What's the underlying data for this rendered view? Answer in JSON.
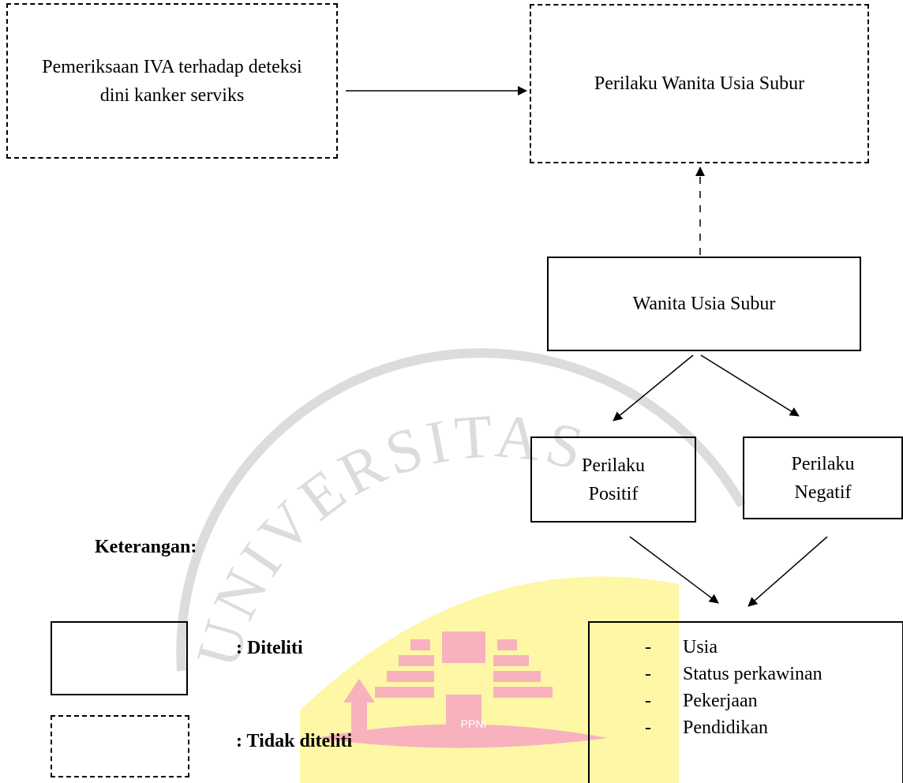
{
  "diagram": {
    "box_pemeriksaan": "Pemeriksaan IVA terhadap deteksi dini kanker serviks",
    "box_perilaku_wus": "Perilaku Wanita Usia Subur",
    "box_wus": "Wanita Usia Subur",
    "box_positif": "Perilaku Positif",
    "box_negatif": "Perilaku Negatif",
    "factors": [
      "Usia",
      "Status perkawinan",
      "Pekerjaan",
      "Pendidikan"
    ],
    "factor_bullet": "-"
  },
  "legend": {
    "title": "Keterangan:",
    "diteliti": ": Diteliti",
    "tidak_diteliti": ": Tidak diteliti"
  },
  "watermark": {
    "text": "UNIVERSITAS",
    "emblem_text": "PPNI",
    "color_gray": "#dcdcdc",
    "color_yellow": "#fdf7a6",
    "color_pink": "#f8b2bd"
  }
}
